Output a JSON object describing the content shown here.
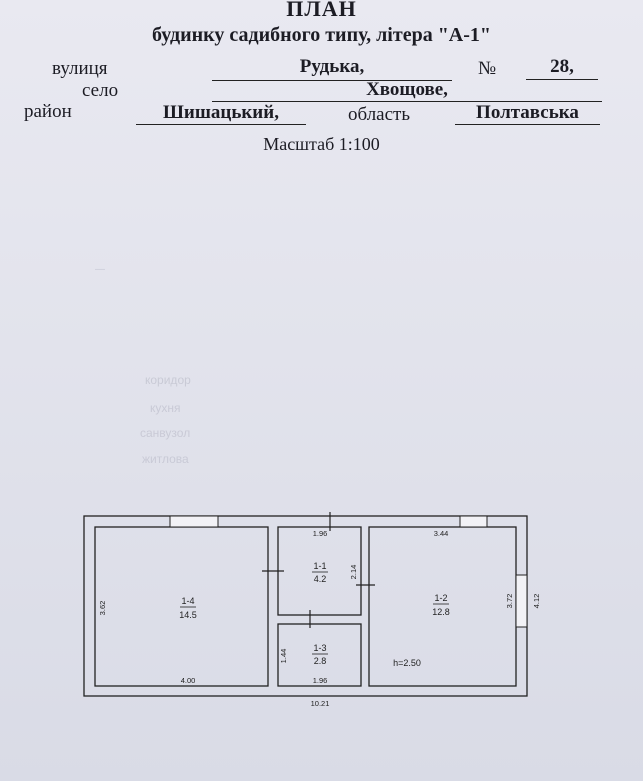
{
  "header": {
    "title": "ПЛАН",
    "subtitle": "будинку садибного типу, літера \"А-1\""
  },
  "address": {
    "street_label": "вулиця",
    "street_value": "Рудька,",
    "number_label": "№",
    "number_value": "28,",
    "village_label": "село",
    "village_value": "Хвощове,",
    "district_label": "район",
    "district_value": "Шишацький,",
    "region_label": "область",
    "region_value": "Полтавська"
  },
  "scale_text": "Масштаб 1:100",
  "floorplan": {
    "total_width": "10.21",
    "ceiling_height": "h=2.50",
    "rooms": [
      {
        "id": "1-4",
        "area": "14.5",
        "width": "4.00",
        "height": "3.62"
      },
      {
        "id": "1-1",
        "area": "4.2",
        "width": "1.96",
        "height": "2.14"
      },
      {
        "id": "1-3",
        "area": "2.8",
        "width": "1.96",
        "height": "1.44"
      },
      {
        "id": "1-2",
        "area": "12.8",
        "width": "3.44",
        "height": "3.72"
      }
    ],
    "outer_height": "4.12"
  },
  "ghost_table": {
    "rows": [
      "коридор",
      "кухня",
      "санвузол",
      "житлова"
    ]
  }
}
